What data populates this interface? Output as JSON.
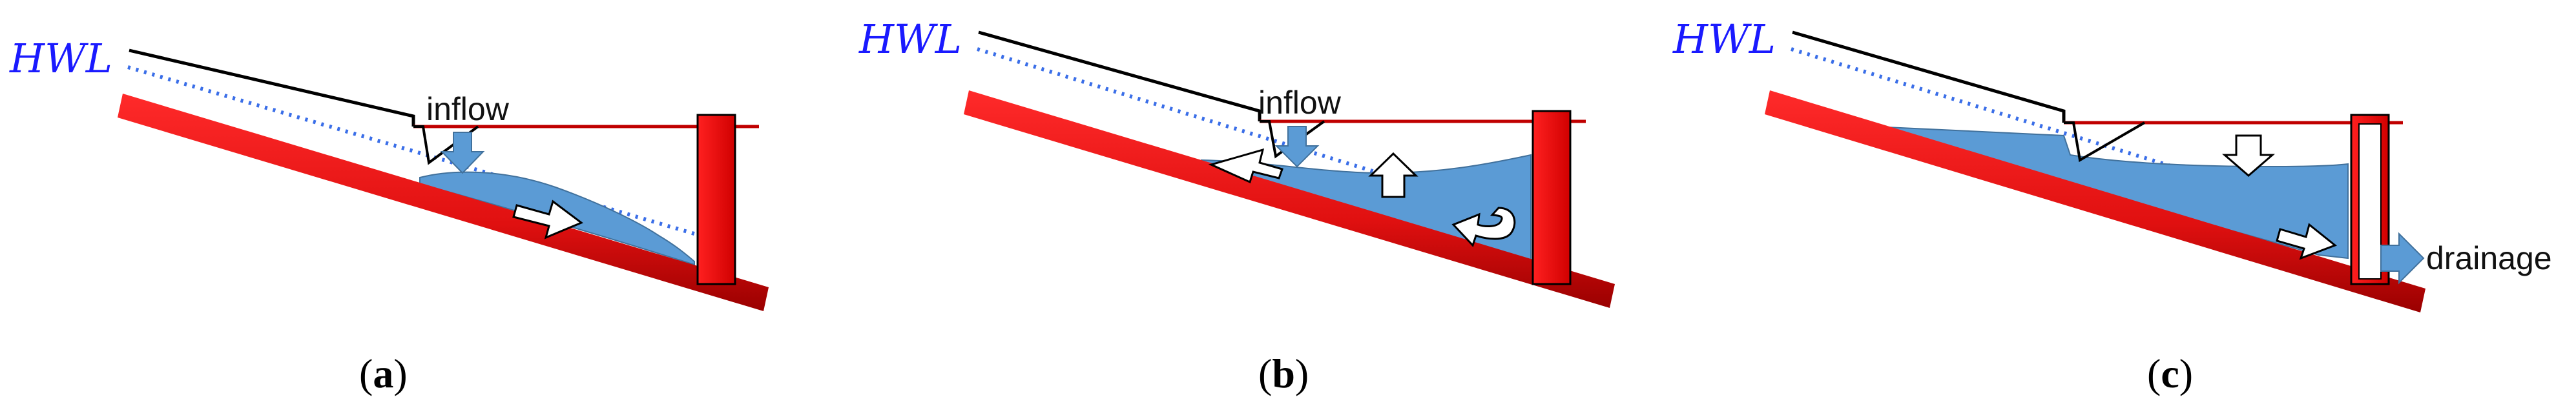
{
  "colors": {
    "slope_red": "#ee1c24",
    "slope_red_dark": "#8b0000",
    "water_blue": "#5b9bd5",
    "water_edge": "#41719c",
    "hwl_blue": "#1a1aff",
    "wall_line": "#c00000",
    "arrow_fill": "#ffffff",
    "arrow_stroke": "#000000"
  },
  "panels": [
    {
      "id": "a",
      "hwl_label": "HWL",
      "note_label": "inflow",
      "caption_open": "(",
      "caption_letter": "a",
      "caption_close": ")"
    },
    {
      "id": "b",
      "hwl_label": "HWL",
      "note_label": "inflow",
      "caption_open": "(",
      "caption_letter": "b",
      "caption_close": ")"
    },
    {
      "id": "c",
      "hwl_label": "HWL",
      "note_label": "drainage",
      "caption_open": "(",
      "caption_letter": "c",
      "caption_close": ")"
    }
  ]
}
